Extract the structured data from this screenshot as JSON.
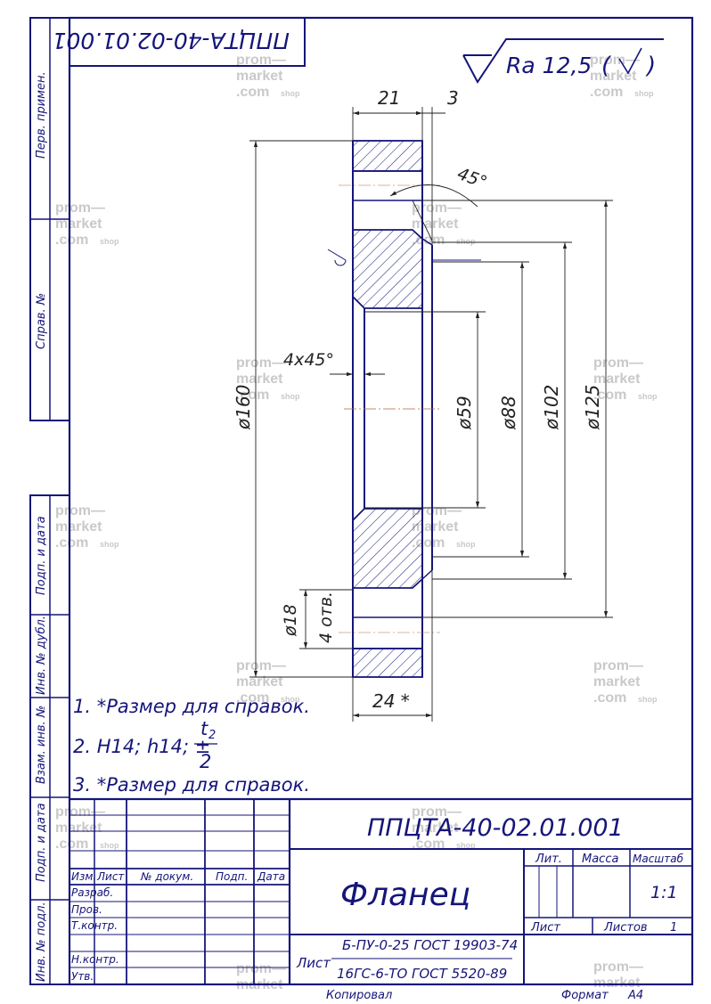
{
  "stamp_top": "ППЦТА-40-02.01.001",
  "roughness": "Ra 12,5",
  "dims": {
    "d21": "21",
    "d3": "3",
    "d45": "45°",
    "chamfer": "4x45°",
    "d160": "ø160",
    "d59": "ø59",
    "d88": "ø88",
    "d102": "ø102",
    "d125": "ø125",
    "d18": "ø18",
    "holes": "4 отв.",
    "d24": "24 *"
  },
  "notes": {
    "n1": "1.  *Размер для справок.",
    "n2_prefix": "2. H14; h14; ±",
    "n2_num": "t",
    "n2_sub": "2",
    "n2_den": "2",
    "n3": "3.  *Размер для справок."
  },
  "side_labels": {
    "perv": "Перв. примен.",
    "sprav": "Справ. №",
    "podp1": "Подп. и дата",
    "inv_dubl": "Инв. № дубл.",
    "vzam": "Взам. инв. №",
    "podp2": "Подп. и дата",
    "inv_podl": "Инв. № подл."
  },
  "title_block": {
    "doc_number": "ППЦТА-40-02.01.001",
    "name": "Фланец",
    "col_izm": "Изм.",
    "col_list": "Лист",
    "col_docum": "№ докум.",
    "col_podp": "Подп.",
    "col_data": "Дата",
    "razrab": "Разраб.",
    "prov": "Пров.",
    "tkontr": "Т.контр.",
    "nkontr": "Н.контр.",
    "utv": "Утв.",
    "lit": "Лит.",
    "massa": "Масса",
    "masshtab": "Масштаб",
    "scale": "1:1",
    "list": "Лист",
    "listov": "Листов",
    "listov_val": "1",
    "material_label": "Лист",
    "material_1": "Б-ПУ-0-25 ГОСТ 19903-74",
    "material_2": "16ГС-6-ТО  ГОСТ 5520-89",
    "kopiroval": "Копировал",
    "format": "Формат",
    "format_val": "А4"
  },
  "watermark": {
    "line1": "prom—",
    "line2": "market",
    "line3": ".com",
    "line4": "shop"
  }
}
